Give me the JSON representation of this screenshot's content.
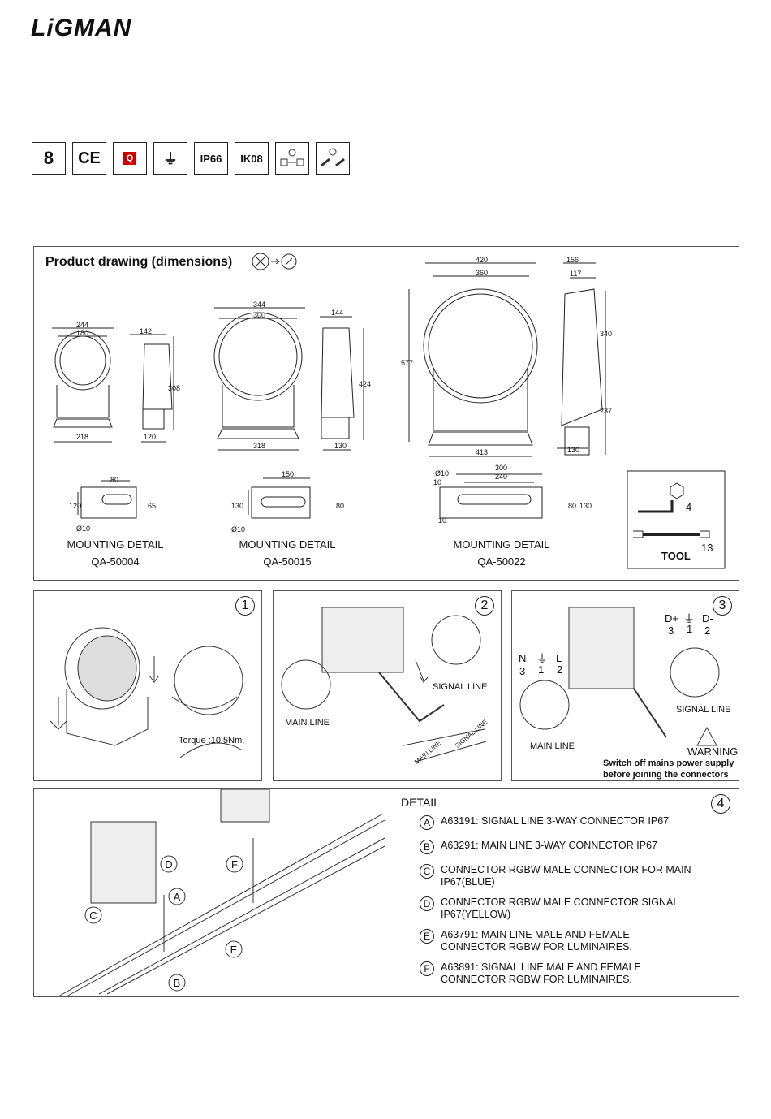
{
  "brand": "LiGMAN",
  "certifications": [
    "8",
    "CE",
    "Q",
    "⏚",
    "IP66",
    "IK08",
    "",
    ""
  ],
  "drawing": {
    "title": "Product drawing (dimensions)",
    "small": {
      "w1": "244",
      "w2": "180",
      "side": "142",
      "h": "308",
      "base": "218",
      "sbase": "120"
    },
    "medium": {
      "w1": "344",
      "w2": "300",
      "side": "144",
      "h": "424",
      "base": "318",
      "sbase": "130"
    },
    "large": {
      "w1": "420",
      "w2": "360",
      "side1": "156",
      "side2": "117",
      "h": "577",
      "upper": "340",
      "lower": "237",
      "base": "413",
      "sbase": "130"
    },
    "mount1": {
      "a": "80",
      "b": "120",
      "c": "65",
      "d": "Ø10",
      "label": "MOUNTING DETAIL",
      "code": "QA-50004"
    },
    "mount2": {
      "a": "150",
      "b": "130",
      "c": "80",
      "d": "Ø10",
      "label": "MOUNTING DETAIL",
      "code": "QA-50015"
    },
    "mount3": {
      "a": "300",
      "b": "240",
      "c": "Ø10",
      "d": "10",
      "e": "10",
      "f": "80",
      "g": "130",
      "label": "MOUNTING DETAIL",
      "code": "QA-50022"
    },
    "tool": {
      "label": "TOOL",
      "hex": "4",
      "wrench": "13"
    }
  },
  "steps": {
    "s1": {
      "num": "1",
      "torque": "Torque :10.5Nm."
    },
    "s2": {
      "num": "2",
      "main": "MAIN LINE",
      "signal": "SIGNAL LINE",
      "main2": "MAIN LINE",
      "signal2": "SIGNAL LINE"
    },
    "s3": {
      "num": "3",
      "dplus": "D+",
      "dminus": "D-",
      "d3": "3",
      "d1": "1",
      "d2": "2",
      "n": "N",
      "l": "L",
      "n3": "3",
      "n1": "1",
      "n2": "2",
      "main": "MAIN LINE",
      "signal": "SIGNAL LINE",
      "warning": "WARNING",
      "warn_text1": "Switch off mains power supply",
      "warn_text2": "before joining the connectors"
    }
  },
  "detail": {
    "title": "DETAIL",
    "num": "4",
    "items": [
      {
        "letter": "A",
        "text": "A63191: SIGNAL LINE 3-WAY CONNECTOR IP67"
      },
      {
        "letter": "B",
        "text": "A63291: MAIN LINE 3-WAY CONNECTOR IP67"
      },
      {
        "letter": "C",
        "text": "CONNECTOR RGBW MALE CONNECTOR FOR MAIN IP67(BLUE)"
      },
      {
        "letter": "D",
        "text": "CONNECTOR RGBW MALE CONNECTOR SIGNAL IP67(YELLOW)"
      },
      {
        "letter": "E",
        "text": "A63791: MAIN LINE MALE AND FEMALE CONNECTOR RGBW FOR LUMINAIRES."
      },
      {
        "letter": "F",
        "text": "A63891: SIGNAL LINE MALE AND FEMALE CONNECTOR RGBW FOR LUMINAIRES."
      }
    ],
    "callouts": [
      "D",
      "F",
      "A",
      "C",
      "E",
      "B"
    ]
  }
}
